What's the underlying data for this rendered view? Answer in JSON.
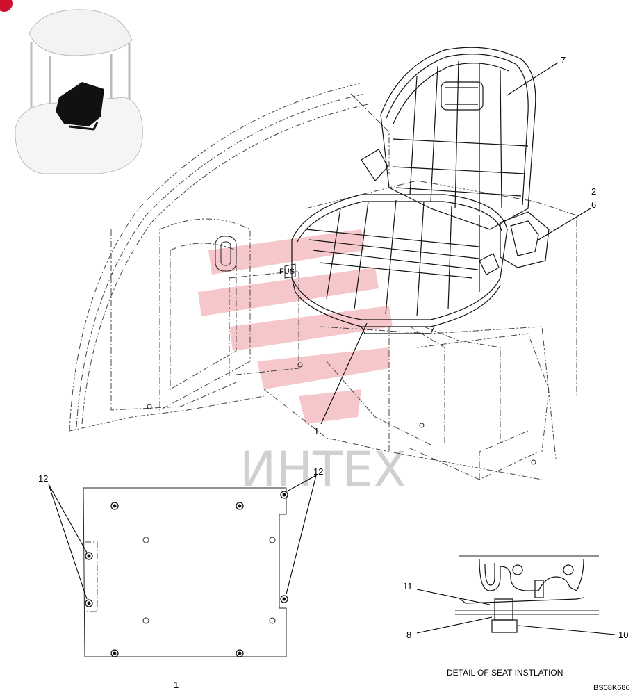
{
  "watermark": {
    "text": "ИНТЕХ",
    "color": "#e23b45"
  },
  "callouts": {
    "seat_assembly": "7",
    "bracket_a": "2",
    "bracket_b": "6",
    "plate_main": "1",
    "bolt_left": "12",
    "bolt_right": "12",
    "detail_11": "11",
    "detail_8": "8",
    "detail_10": "10"
  },
  "plate_caption": "1",
  "detail_caption": "DETAIL OF SEAT INSTLATION",
  "drawing_code": "BS08K686",
  "colors": {
    "badge": "#d0112b",
    "line": "#222222"
  }
}
